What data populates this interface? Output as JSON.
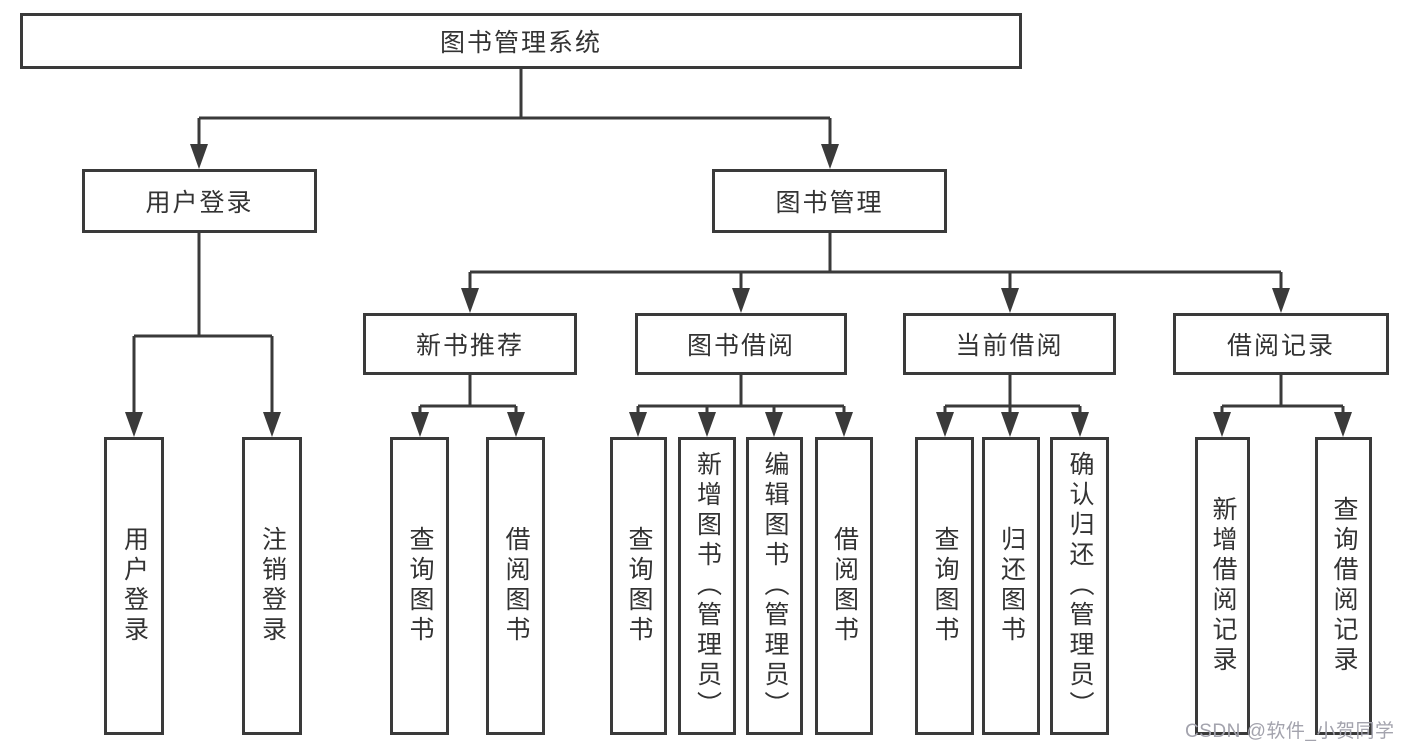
{
  "colors": {
    "line": "#3a3a3a",
    "text": "#333333",
    "background": "#ffffff",
    "watermark": "#a3a3ad"
  },
  "tree": {
    "root": {
      "label": "图书管理系统",
      "children": [
        {
          "label": "用户登录",
          "children": [
            {
              "label": "用户登录"
            },
            {
              "label": "注销登录"
            }
          ]
        },
        {
          "label": "图书管理",
          "children": [
            {
              "label": "新书推荐",
              "children": [
                {
                  "label": "查询图书"
                },
                {
                  "label": "借阅图书"
                }
              ]
            },
            {
              "label": "图书借阅",
              "children": [
                {
                  "label": "查询图书"
                },
                {
                  "label": "新增图书（管理员）"
                },
                {
                  "label": "编辑图书（管理员）"
                },
                {
                  "label": "借阅图书"
                }
              ]
            },
            {
              "label": "当前借阅",
              "children": [
                {
                  "label": "查询图书"
                },
                {
                  "label": "归还图书"
                },
                {
                  "label": "确认归还（管理员）"
                }
              ]
            },
            {
              "label": "借阅记录",
              "children": [
                {
                  "label": "新增借阅记录"
                },
                {
                  "label": "查询借阅记录"
                }
              ]
            }
          ]
        }
      ]
    }
  },
  "watermark": {
    "text": "CSDN @软件_小贺同学"
  }
}
